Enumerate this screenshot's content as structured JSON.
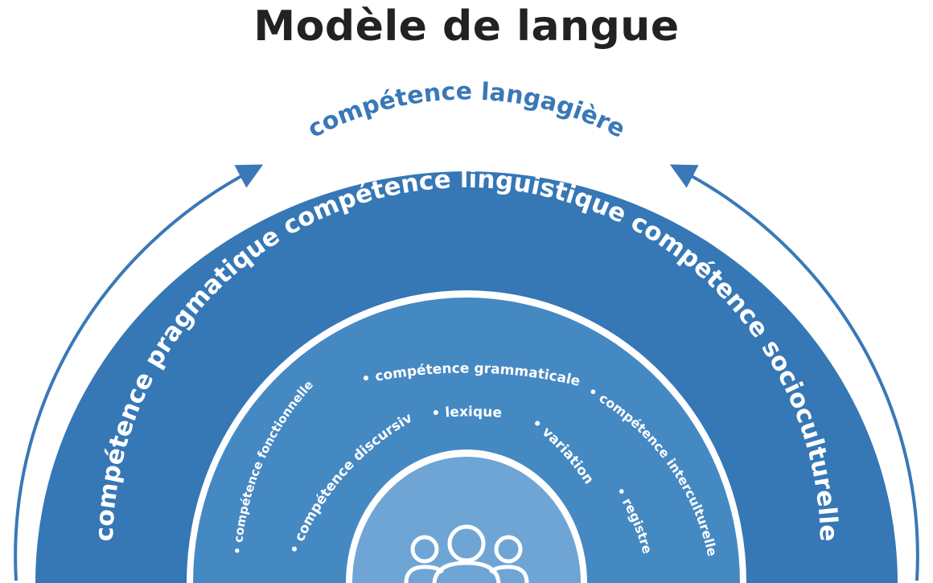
{
  "title": "Modèle de langue",
  "outer_label": "compétence langagière",
  "middle_label": "compétence pragmatique compétence linguistique compétence socioculturelle",
  "inner_items": {
    "fonctionnelle": "• compétence fonctionnelle",
    "discursive": "• compétence discursive",
    "grammaticale": "• compétence grammaticale",
    "lexique": "• lexique",
    "variation": "• variation",
    "registre": "• registre",
    "interculturelle": "• compétence interculturelle"
  },
  "center_icon": "group-of-people-icon",
  "colors": {
    "title": "#222222",
    "outer_text": "#3a78b7",
    "arrow": "#3a78b7",
    "band_outer": "#3677b6",
    "band_middle": "#4589c3",
    "core": "#6ea5d5",
    "separator": "#ffffff",
    "light_text": "#ffffff"
  }
}
